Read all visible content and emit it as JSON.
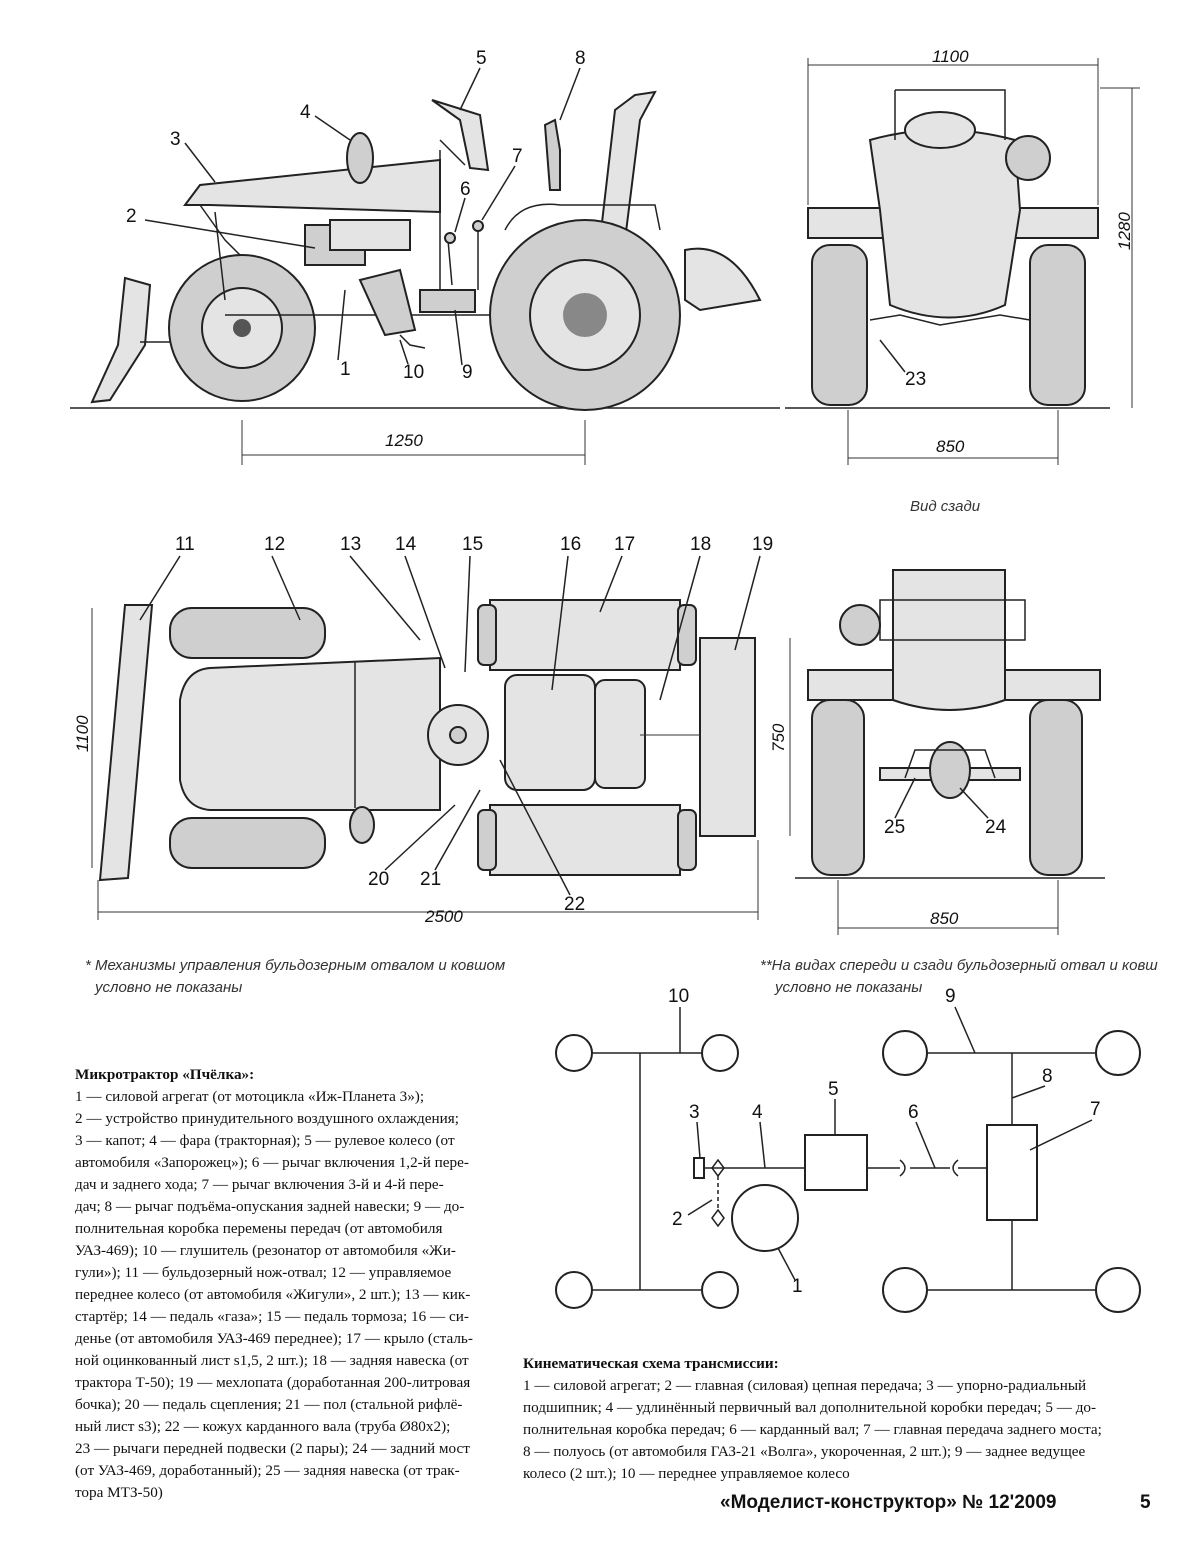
{
  "labels": {
    "side": [
      "1",
      "2",
      "3",
      "4",
      "5",
      "6",
      "7",
      "8",
      "9",
      "10"
    ],
    "front": [
      "23"
    ],
    "top": [
      "11",
      "12",
      "13",
      "14",
      "15",
      "16",
      "17",
      "18",
      "19",
      "20",
      "21",
      "22"
    ],
    "rear": [
      "25",
      "24"
    ],
    "scheme": [
      "10",
      "9",
      "8",
      "7",
      "6",
      "5",
      "4",
      "3",
      "2",
      "1"
    ]
  },
  "dims": {
    "side_wheelbase": "1250",
    "front_width": "1100",
    "front_height": "1280",
    "front_track": "850",
    "top_length": "2500",
    "top_width": "1100",
    "top_rear": "750",
    "rear_track": "850"
  },
  "rear_view_title": "Вид сзади",
  "notes": {
    "left": [
      "* Механизмы управления бульдозерным отвалом и ковшом",
      "условно не показаны"
    ],
    "right": [
      "**На видах спереди и сзади бульдозерный отвал и ковш",
      "условно не показаны"
    ]
  },
  "caption_main": {
    "title": "Микротрактор «Пчёлка»:",
    "lines": [
      "1 — силовой агрегат (от мотоцикла «Иж-Планета 3»);",
      "2 — устройство принудительного воздушного охлаждения;",
      "3 — капот; 4 — фара (тракторная); 5 — рулевое колесо (от",
      "автомобиля «Запорожец»); 6 — рычаг включения 1,2-й пере-",
      "дач и заднего хода; 7 — рычаг включения 3-й и 4-й пере-",
      "дач; 8 — рычаг подъёма-опускания задней навески; 9 — до-",
      "полнительная коробка перемены передач (от автомобиля",
      "УАЗ-469); 10 — глушитель (резонатор от автомобиля «Жи-",
      "гули»); 11 — бульдозерный нож-отвал; 12 — управляемое",
      "переднее колесо (от автомобиля «Жигули», 2 шт.); 13 — кик-",
      "стартёр; 14 — педаль «газа»; 15 — педаль тормоза; 16 — си-",
      "денье (от автомобиля УАЗ-469 переднее); 17 — крыло (сталь-",
      "ной оцинкованный лист s1,5, 2 шт.); 18 — задняя навеска (от",
      "трактора Т-50); 19 — мехлопата (доработанная 200-литровая",
      "бочка); 20 — педаль сцепления; 21 — пол (стальной рифлё-",
      "ный лист s3); 22 — кожух карданного вала (труба Ø80x2);",
      "23 — рычаги передней подвески (2 пары); 24 — задний мост",
      "(от УАЗ-469, доработанный); 25 — задняя навеска (от трак-",
      "тора МТЗ-50)"
    ]
  },
  "caption_scheme": {
    "title": "Кинематическая схема трансмиссии:",
    "lines": [
      "1 — силовой агрегат; 2 — главная (силовая) цепная передача; 3 — упорно-радиальный",
      "подшипник; 4 — удлинённый первичный вал дополнительной коробки передач; 5 — до-",
      "полнительная коробка передач; 6 — карданный вал; 7 — главная передача заднего моста;",
      "8 — полуось (от автомобиля ГАЗ-21 «Волга», укороченная, 2 шт.); 9 — заднее ведущее",
      "колесо (2 шт.); 10 — переднее управляемое колесо"
    ]
  },
  "footer": {
    "journal": "«Моделист-конструктор» № 12'2009",
    "page": "5"
  }
}
